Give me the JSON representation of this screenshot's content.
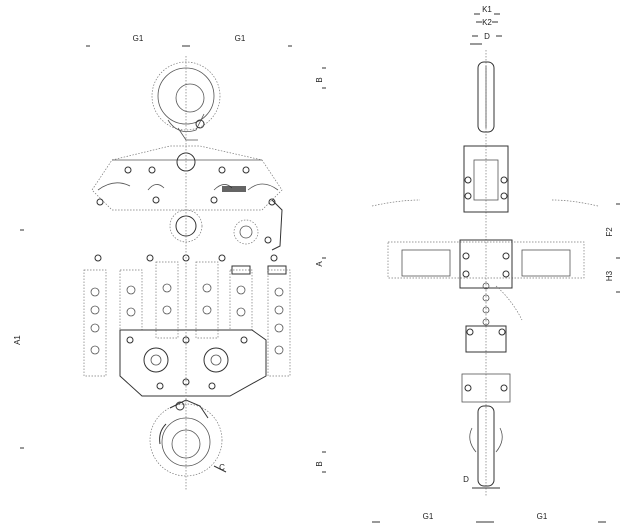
{
  "labels": {
    "g1_top_left": "G1",
    "g1_top_right": "G1",
    "b_top": "B",
    "b_bottom": "B",
    "a": "A",
    "a1": "A1",
    "c": "C",
    "k1": "K1",
    "k2": "K2",
    "d_top": "D",
    "d_bottom": "D",
    "f2": "F2",
    "h3": "H3",
    "g1_bottom_left": "G1",
    "g1_bottom_right": "G1"
  }
}
